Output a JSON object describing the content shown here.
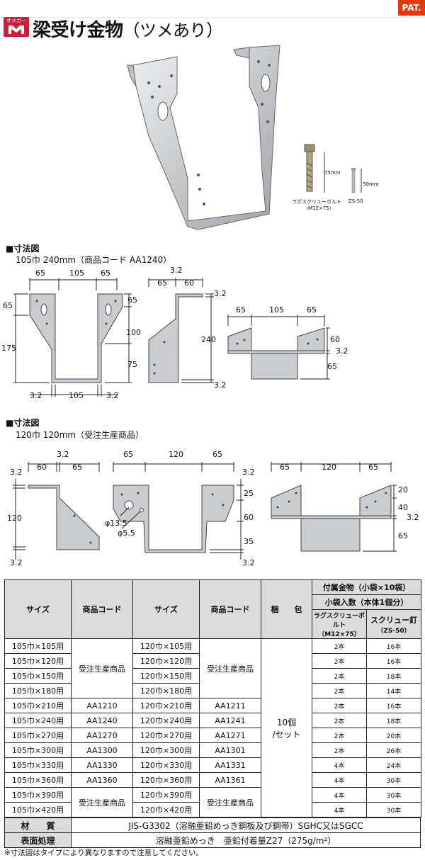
{
  "header": {
    "pat": "PAT.",
    "logo_text": "オメガー",
    "title": "梁受け金物",
    "subtitle": "（ツメあり）"
  },
  "photo": {
    "bolt_label": "ラグスクリューボルト",
    "bolt_size": "（M12×75）",
    "bolt_len": "75mm",
    "nail_label": "ZS-50",
    "nail_len": "50mm"
  },
  "diag1": {
    "heading": "■寸法図",
    "caption": "105巾  240mm（商品コード AA1240）",
    "front": {
      "w_left": "65",
      "w_mid": "105",
      "w_right": "65",
      "h_left_top": "65",
      "h_left_all": "175",
      "h_right_top": "65",
      "h_right_mid": "100",
      "h_right_bot": "75",
      "b_left": "3.2",
      "b_mid": "105",
      "b_right": "3.2"
    },
    "side": {
      "t": "3.2",
      "w_a": "65",
      "w_b": "60",
      "t_top": "3.2",
      "h": "240",
      "t_bot": "3.2"
    },
    "top": {
      "w_left": "65",
      "w_mid": "105",
      "w_right": "65",
      "h1": "60",
      "h2": "3.2",
      "h3": "65"
    }
  },
  "diag2": {
    "heading": "■寸法図",
    "caption": "120巾  120mm（受注生産商品）",
    "side": {
      "t_top": "3.2",
      "w_a": "60",
      "w_b": "65",
      "t": "3.2",
      "h": "120",
      "t_bot": "3.2"
    },
    "front": {
      "w_left": "65",
      "w_mid": "120",
      "w_right": "65",
      "t_top": "3.2",
      "h25": "25",
      "h60": "60",
      "h35": "35",
      "t_bot": "3.2",
      "hole1": "φ13.5",
      "hole2": "φ5.5"
    },
    "top": {
      "w_left": "65",
      "w_mid": "120",
      "w_right": "65",
      "h20": "20",
      "h40": "40",
      "t": "3.2",
      "h65": "65"
    }
  },
  "spec_table": {
    "headers": {
      "size": "サイズ",
      "code": "商品コード",
      "size2": "サイズ",
      "code2": "商品コード",
      "pack": "梱　　包",
      "acc": "付属金物（小袋×10袋）",
      "bag": "小袋入数（本体1個分）",
      "bolt": "ラグスクリューボルト",
      "bolt_sub": "（M12×75）",
      "screw": "スクリュー釘",
      "screw_sub": "（ZS-50）"
    },
    "pack_value": "10個",
    "pack_unit": "/セット",
    "rows": [
      {
        "size": "105巾×105用",
        "code": "受注生産商品",
        "size2": "120巾×105用",
        "code2": "受注生産商品",
        "bolt": "2本",
        "screw": "16本"
      },
      {
        "size": "105巾×120用",
        "code": "",
        "size2": "120巾×120用",
        "code2": "",
        "bolt": "2本",
        "screw": "16本"
      },
      {
        "size": "105巾×150用",
        "code": "",
        "size2": "120巾×150用",
        "code2": "",
        "bolt": "2本",
        "screw": "18本"
      },
      {
        "size": "105巾×180用",
        "code": "",
        "size2": "120巾×180用",
        "code2": "",
        "bolt": "2本",
        "screw": "14本"
      },
      {
        "size": "105巾×210用",
        "code": "AA1210",
        "size2": "120巾×210用",
        "code2": "AA1211",
        "bolt": "2本",
        "screw": "16本"
      },
      {
        "size": "105巾×240用",
        "code": "AA1240",
        "size2": "120巾×240用",
        "code2": "AA1241",
        "bolt": "2本",
        "screw": "18本"
      },
      {
        "size": "105巾×270用",
        "code": "AA1270",
        "size2": "120巾×270用",
        "code2": "AA1271",
        "bolt": "2本",
        "screw": "20本"
      },
      {
        "size": "105巾×300用",
        "code": "AA1300",
        "size2": "120巾×300用",
        "code2": "AA1301",
        "bolt": "2本",
        "screw": "26本"
      },
      {
        "size": "105巾×330用",
        "code": "AA1330",
        "size2": "120巾×330用",
        "code2": "AA1331",
        "bolt": "4本",
        "screw": "24本"
      },
      {
        "size": "105巾×360用",
        "code": "AA1360",
        "size2": "120巾×360用",
        "code2": "AA1361",
        "bolt": "4本",
        "screw": "30本"
      },
      {
        "size": "105巾×390用",
        "code": "受注生産商品",
        "size2": "120巾×390用",
        "code2": "受注生産商品",
        "bolt": "4本",
        "screw": "30本"
      },
      {
        "size": "105巾×420用",
        "code": "",
        "size2": "120巾×420用",
        "code2": "",
        "bolt": "4本",
        "screw": "30本"
      }
    ]
  },
  "material": {
    "label": "材　　質",
    "value": "JIS-G3302（溶融亜鉛めっき鋼板及び鋼帯）SGHC又はSGCC",
    "surface_label": "表面処理",
    "surface_value": "溶融亜鉛めっき　亜鉛付着量Z27（275g/m²）"
  },
  "note": "※寸法図はタイプにより異なりますので注意してください。"
}
